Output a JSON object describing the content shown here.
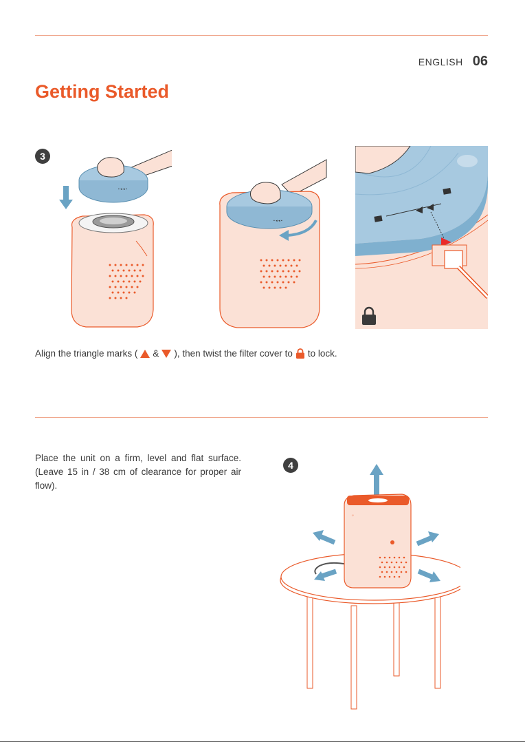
{
  "header": {
    "language": "ENGLISH",
    "page_number": "06"
  },
  "title": "Getting Started",
  "step3": {
    "number": "3",
    "caption_before": "Align the triangle marks (",
    "caption_amp": "&",
    "caption_middle": "), then twist the filter cover to",
    "caption_after": "to lock."
  },
  "step4": {
    "number": "4",
    "instruction": "Place the unit on a firm, level and flat surface. (Leave 15 in / 38 cm of clearance for proper air flow)."
  },
  "colors": {
    "accent": "#ea5a2a",
    "cover_blue": "#a7c9e0",
    "arrow_blue": "#6aa3c4",
    "unit_peach": "#fbe1d6"
  }
}
